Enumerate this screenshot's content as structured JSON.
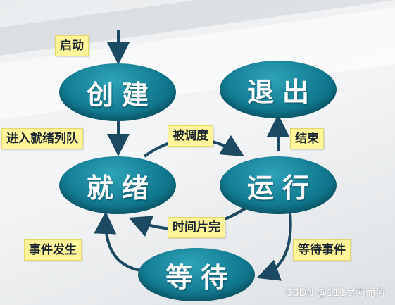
{
  "states": {
    "create": "创建",
    "exit": "退出",
    "ready": "就绪",
    "running": "运行",
    "waiting": "等待"
  },
  "transitions": {
    "start": "启动",
    "enter_ready_queue": "进入就绪列队",
    "scheduled": "被调度",
    "finish": "结束",
    "time_slice_done": "时间片完",
    "wait_event": "等待事件",
    "event_occurs": "事件发生"
  },
  "watermark": "CSDN @111尽力而为",
  "colors": {
    "node": "#127b92",
    "arrow": "#1d4a63",
    "label_bg": "#fff59a"
  }
}
